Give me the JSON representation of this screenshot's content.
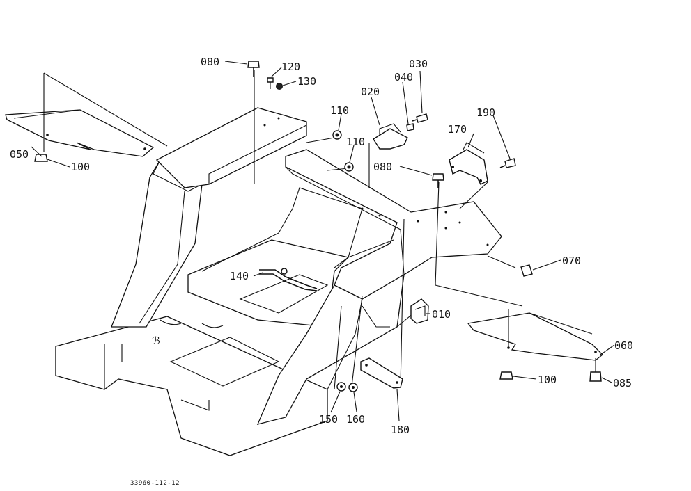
{
  "diagram": {
    "drawing_code": "33960-112-12",
    "callouts": [
      {
        "id": "c080a",
        "text": "080"
      },
      {
        "id": "c120",
        "text": "120"
      },
      {
        "id": "c130",
        "text": "130"
      },
      {
        "id": "c050",
        "text": "050"
      },
      {
        "id": "c100a",
        "text": "100"
      },
      {
        "id": "c110a",
        "text": "110"
      },
      {
        "id": "c110b",
        "text": "110"
      },
      {
        "id": "c020",
        "text": "020"
      },
      {
        "id": "c040",
        "text": "040"
      },
      {
        "id": "c030",
        "text": "030"
      },
      {
        "id": "c190",
        "text": "190"
      },
      {
        "id": "c170",
        "text": "170"
      },
      {
        "id": "c080b",
        "text": "080"
      },
      {
        "id": "c070",
        "text": "070"
      },
      {
        "id": "c140",
        "text": "140"
      },
      {
        "id": "c010",
        "text": "010"
      },
      {
        "id": "c060",
        "text": "060"
      },
      {
        "id": "c100b",
        "text": "100"
      },
      {
        "id": "c085",
        "text": "085"
      },
      {
        "id": "c150",
        "text": "150"
      },
      {
        "id": "c160",
        "text": "160"
      },
      {
        "id": "c180",
        "text": "180"
      }
    ]
  }
}
